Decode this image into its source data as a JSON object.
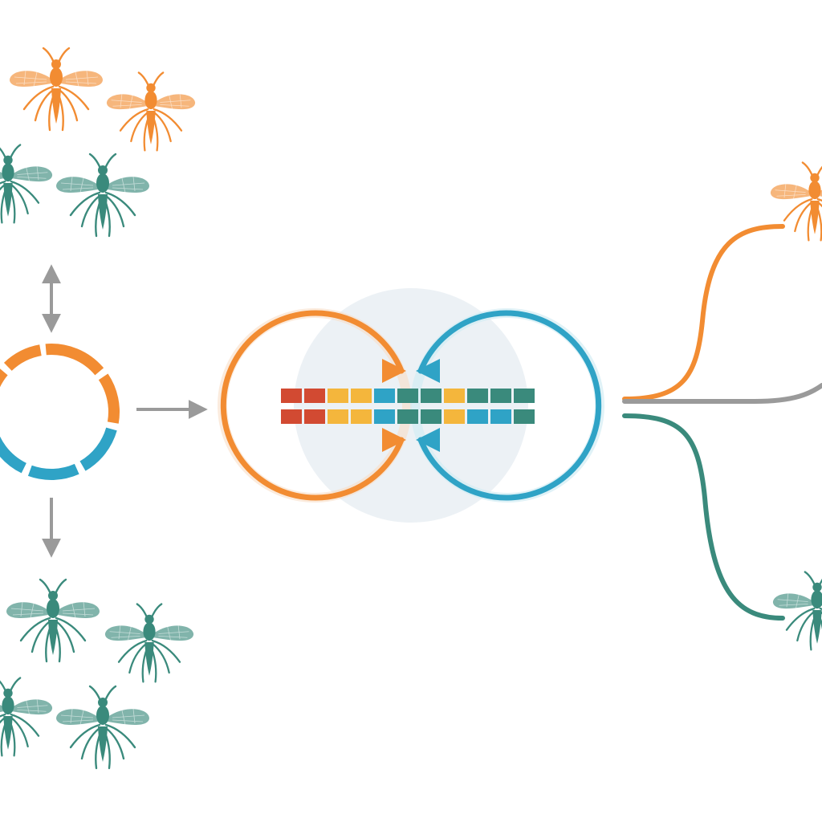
{
  "colors": {
    "orange": "#F28C32",
    "orange_dark": "#E56F1C",
    "teal": "#3A8A7C",
    "teal_dark": "#2E7266",
    "blue": "#2FA3C6",
    "gray": "#9A9A9A",
    "red": "#D24A32",
    "yellow": "#F4B63C",
    "halo": "#E9EEF3",
    "background": "#FFFFFF"
  },
  "icons": {
    "insect": "mosquito-icon",
    "loop": "double-loop-arrows-icon",
    "ring": "segmented-ring-icon"
  },
  "insects": [
    {
      "name": "orange-mosquito-1",
      "color": "orange"
    },
    {
      "name": "orange-mosquito-2",
      "color": "orange"
    },
    {
      "name": "teal-mosquito-1",
      "color": "teal"
    },
    {
      "name": "teal-mosquito-2",
      "color": "teal"
    },
    {
      "name": "teal-mosquito-3",
      "color": "teal"
    },
    {
      "name": "teal-mosquito-4",
      "color": "teal"
    },
    {
      "name": "teal-mosquito-5",
      "color": "teal"
    },
    {
      "name": "teal-mosquito-6",
      "color": "teal"
    },
    {
      "name": "orange-mosquito-right",
      "color": "orange"
    },
    {
      "name": "teal-mosquito-right",
      "color": "teal"
    }
  ],
  "sequence_rows": [
    [
      "red",
      "red",
      "yellow",
      "yellow",
      "blue",
      "teal",
      "teal",
      "yellow",
      "teal",
      "teal",
      "teal"
    ],
    [
      "red",
      "red",
      "yellow",
      "yellow",
      "blue",
      "teal",
      "teal",
      "yellow",
      "blue",
      "blue",
      "teal"
    ]
  ],
  "branch_outputs": [
    "orange",
    "gray",
    "teal"
  ]
}
